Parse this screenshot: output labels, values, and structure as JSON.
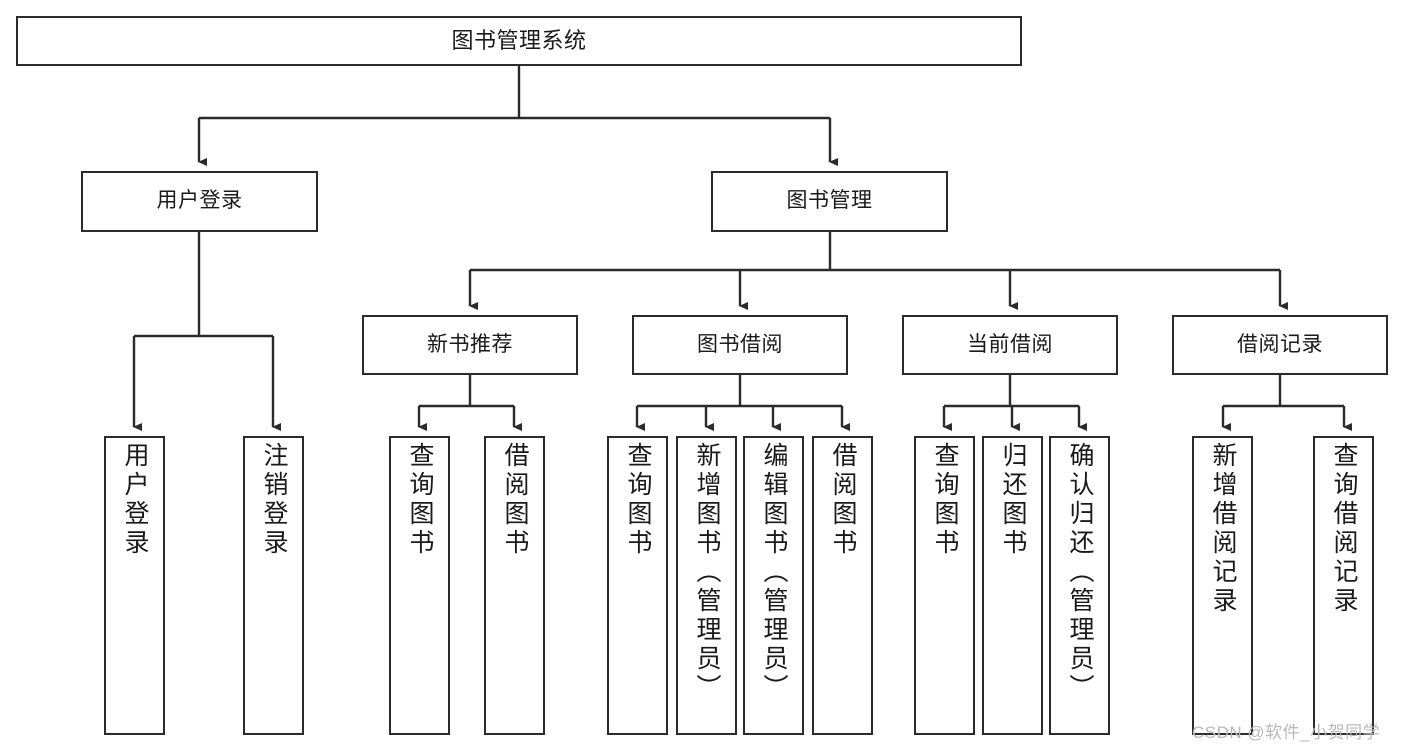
{
  "diagram": {
    "type": "hierarchy-tree",
    "title_node": {
      "label": "图书管理系统"
    },
    "level2": [
      {
        "label": "用户登录"
      },
      {
        "label": "图书管理"
      }
    ],
    "level3": [
      {
        "label": "新书推荐"
      },
      {
        "label": "图书借阅"
      },
      {
        "label": "当前借阅"
      },
      {
        "label": "借阅记录"
      }
    ],
    "leaves": {
      "user_login": [
        {
          "label": "用户登录"
        },
        {
          "label": "注销登录"
        }
      ],
      "new_book_recommend": [
        {
          "label": "查询图书"
        },
        {
          "label": "借阅图书"
        }
      ],
      "book_borrow": [
        {
          "label": "查询图书"
        },
        {
          "label": "新增图书（管理员）"
        },
        {
          "label": "编辑图书（管理员）"
        },
        {
          "label": "借阅图书"
        }
      ],
      "current_borrow": [
        {
          "label": "查询图书"
        },
        {
          "label": "归还图书"
        },
        {
          "label": "确认归还（管理员）"
        }
      ],
      "borrow_record": [
        {
          "label": "新增借阅记录"
        },
        {
          "label": "查询借阅记录"
        }
      ]
    }
  },
  "watermark": {
    "text": "CSDN @软件_小贺同学"
  },
  "colors": {
    "stroke": "#2b2b2b",
    "fill": "#ffffff",
    "text": "#1a1a1a",
    "watermark": "#b9b9b9"
  }
}
